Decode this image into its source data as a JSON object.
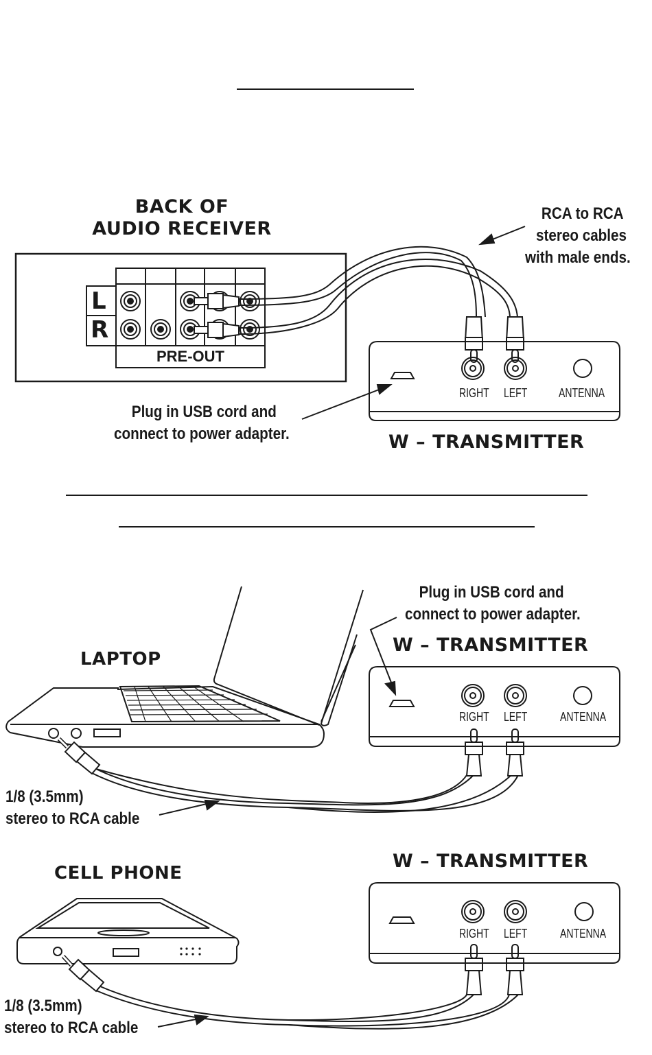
{
  "diagram": {
    "blank_heading_lines": 3,
    "section1": {
      "receiver_title_line1": "BACK OF",
      "receiver_title_line2": "AUDIO RECEIVER",
      "channel_left": "L",
      "channel_right": "R",
      "preout_label": "PRE-OUT",
      "cable_callout_line1": "RCA to RCA",
      "cable_callout_line2": "stereo cables",
      "cable_callout_line3": "with male ends.",
      "usb_callout_line1": "Plug in USB cord and",
      "usb_callout_line2": "connect to power adapter.",
      "transmitter_title": "W – TRANSMITTER",
      "port_right": "RIGHT",
      "port_left": "LEFT",
      "port_antenna": "ANTENNA"
    },
    "section2": {
      "usb_callout_line1": "Plug in USB cord and",
      "usb_callout_line2": "connect to power adapter.",
      "transmitter_title": "W – TRANSMITTER",
      "laptop_title": "LAPTOP",
      "port_right": "RIGHT",
      "port_left": "LEFT",
      "port_antenna": "ANTENNA",
      "cable_callout_line1": "1/8 (3.5mm)",
      "cable_callout_line2": "stereo to RCA cable"
    },
    "section3": {
      "phone_title": "CELL PHONE",
      "transmitter_title": "W – TRANSMITTER",
      "port_right": "RIGHT",
      "port_left": "LEFT",
      "port_antenna": "ANTENNA",
      "cable_callout_line1": "1/8 (3.5mm)",
      "cable_callout_line2": "stereo to RCA cable"
    }
  }
}
